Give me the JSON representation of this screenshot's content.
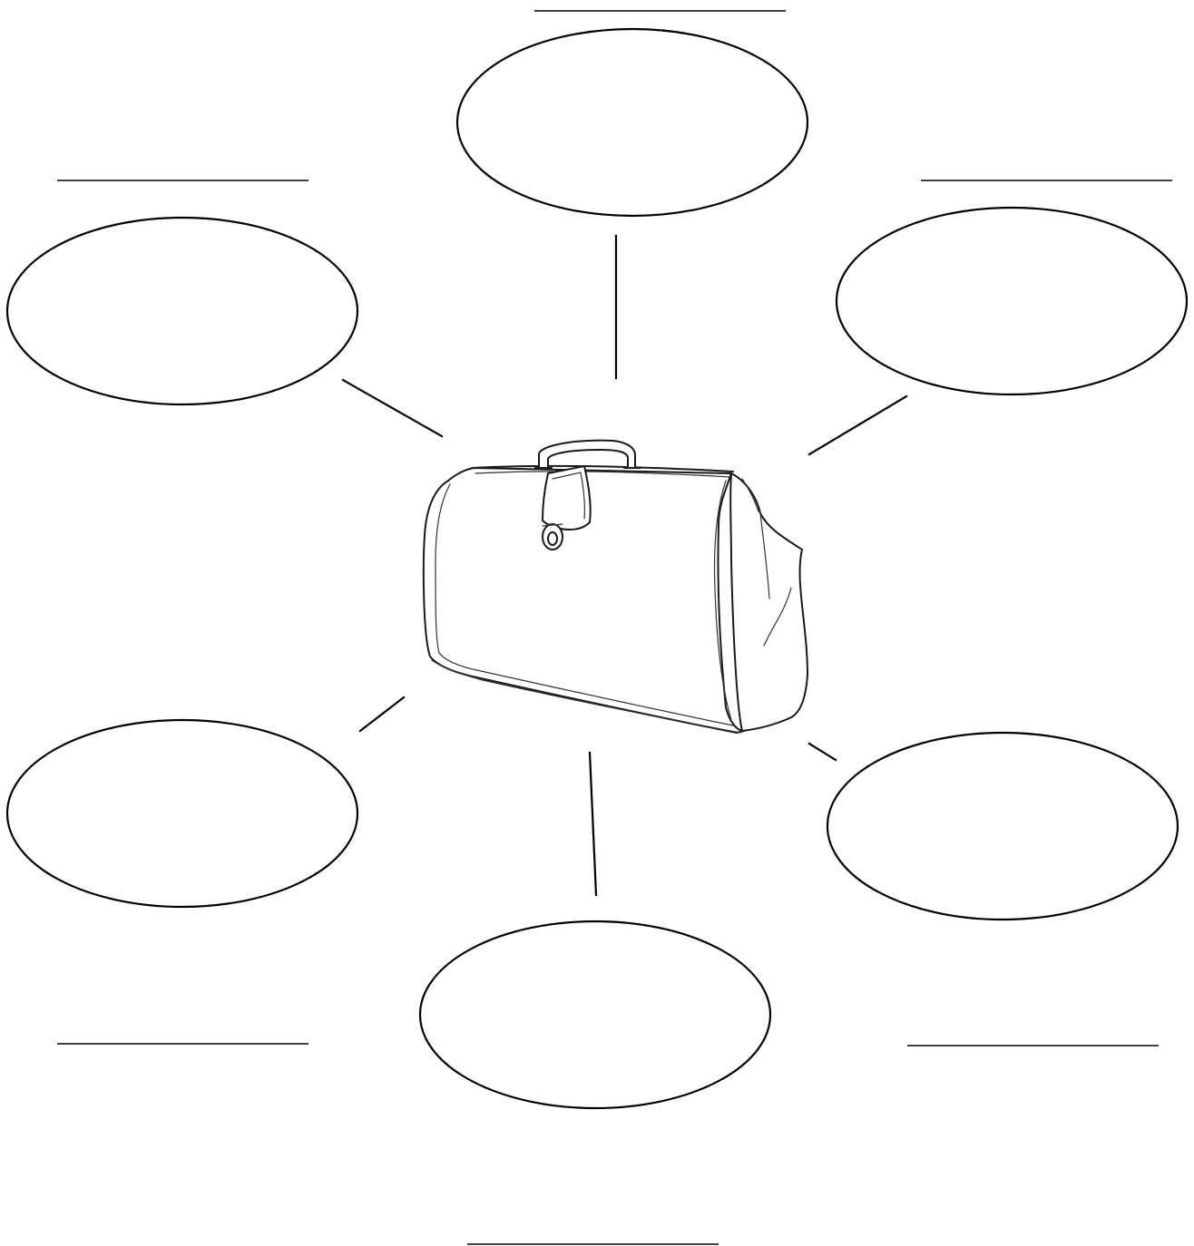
{
  "worksheet": {
    "central_image": "doctor-bag-icon",
    "bubbles": [
      {
        "id": "top",
        "text": ""
      },
      {
        "id": "upper-left",
        "text": ""
      },
      {
        "id": "upper-right",
        "text": ""
      },
      {
        "id": "lower-left",
        "text": ""
      },
      {
        "id": "lower-right",
        "text": ""
      },
      {
        "id": "bottom",
        "text": ""
      }
    ],
    "label_blanks": [
      {
        "id": "top",
        "text": ""
      },
      {
        "id": "upper-left",
        "text": ""
      },
      {
        "id": "upper-right",
        "text": ""
      },
      {
        "id": "lower-left",
        "text": ""
      },
      {
        "id": "lower-right",
        "text": ""
      },
      {
        "id": "bottom",
        "text": ""
      }
    ],
    "colors": {
      "ink": "#000000",
      "paper": "#ffffff"
    }
  }
}
